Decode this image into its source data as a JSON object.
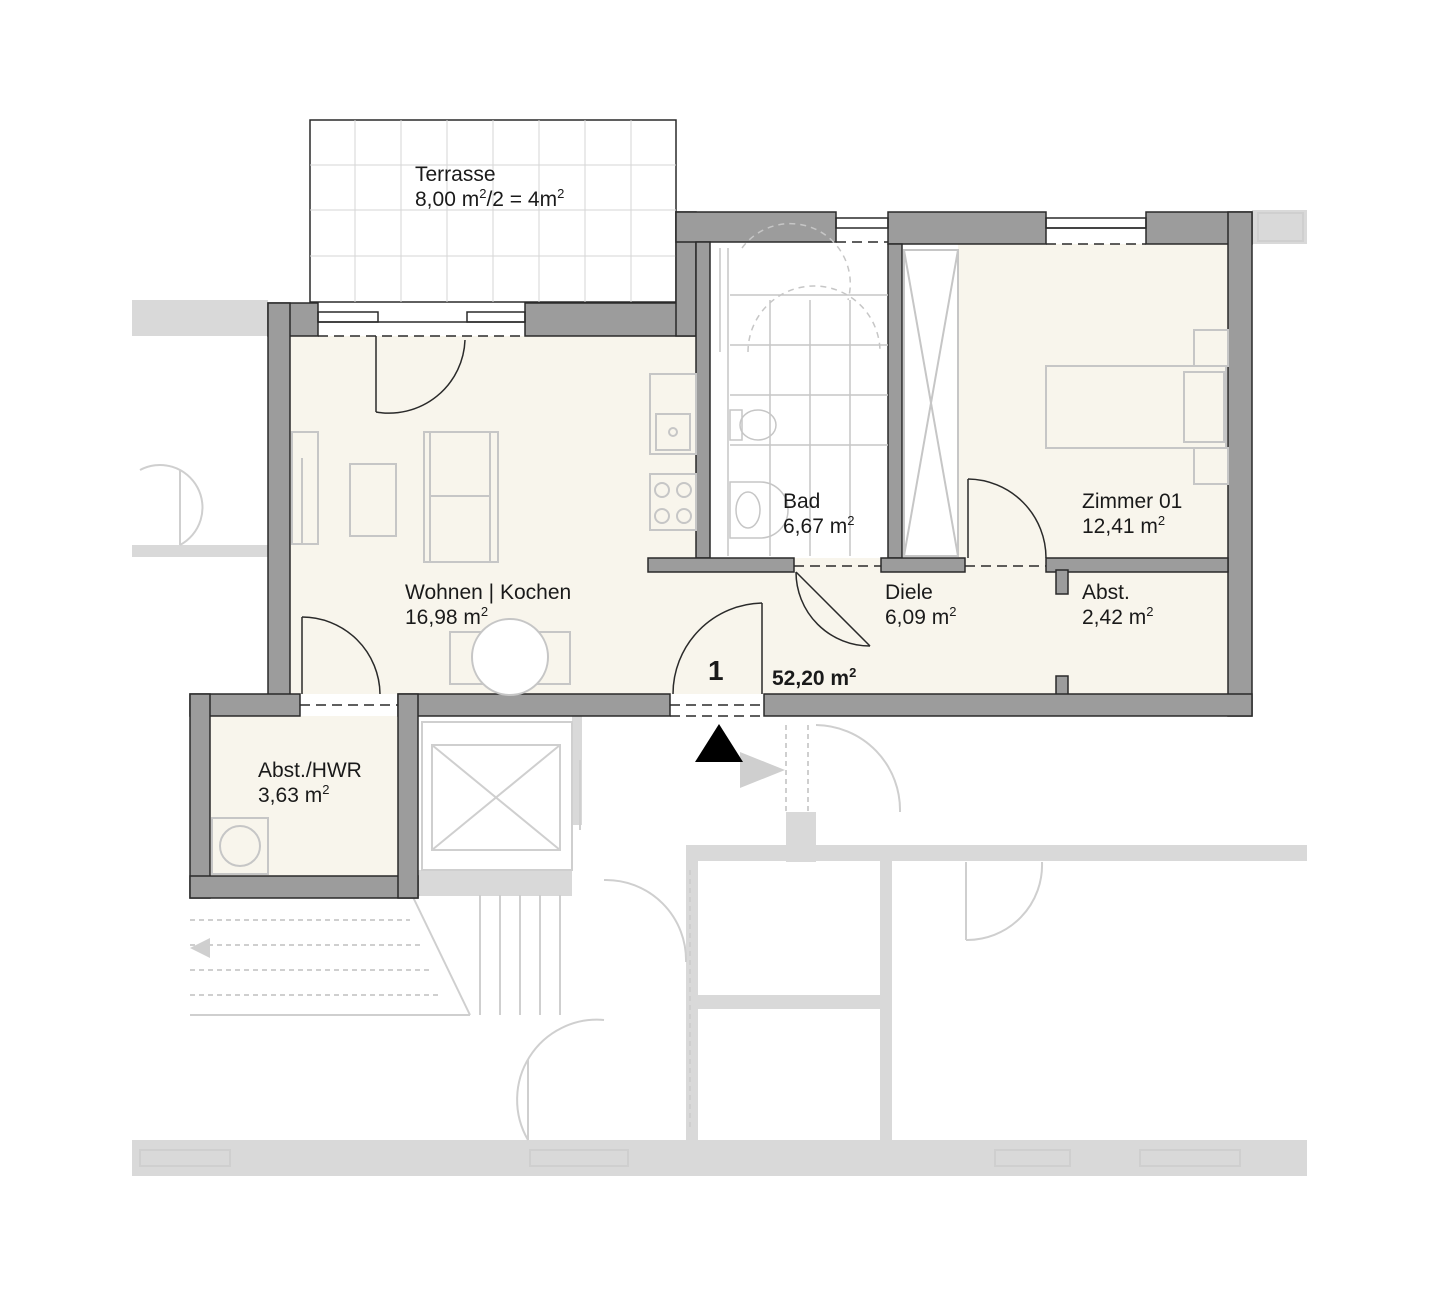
{
  "plan": {
    "unit_number": "1",
    "total_area": {
      "value": "52,20 m",
      "sup": "2"
    },
    "rooms": {
      "terrasse": {
        "name": "Terrasse",
        "area_a": "8,00 m",
        "sup_a": "2",
        "area_mid": "/2 = 4m",
        "sup_b": "2"
      },
      "wohnen": {
        "name": "Wohnen | Kochen",
        "area": "16,98 m",
        "sup": "2"
      },
      "bad": {
        "name": "Bad",
        "area": "6,67 m",
        "sup": "2"
      },
      "zimmer": {
        "name": "Zimmer 01",
        "area": "12,41 m",
        "sup": "2"
      },
      "diele": {
        "name": "Diele",
        "area": "6,09 m",
        "sup": "2"
      },
      "abst": {
        "name": "Abst.",
        "area": "2,42 m",
        "sup": "2"
      },
      "hwr": {
        "name": "Abst./HWR",
        "area": "3,63 m",
        "sup": "2"
      }
    }
  },
  "colors": {
    "wall": "#9c9c9c",
    "floor": "#f8f5ec",
    "context": "#d9d9d9",
    "line": "#222222",
    "entrance_arrow": "#000000"
  }
}
